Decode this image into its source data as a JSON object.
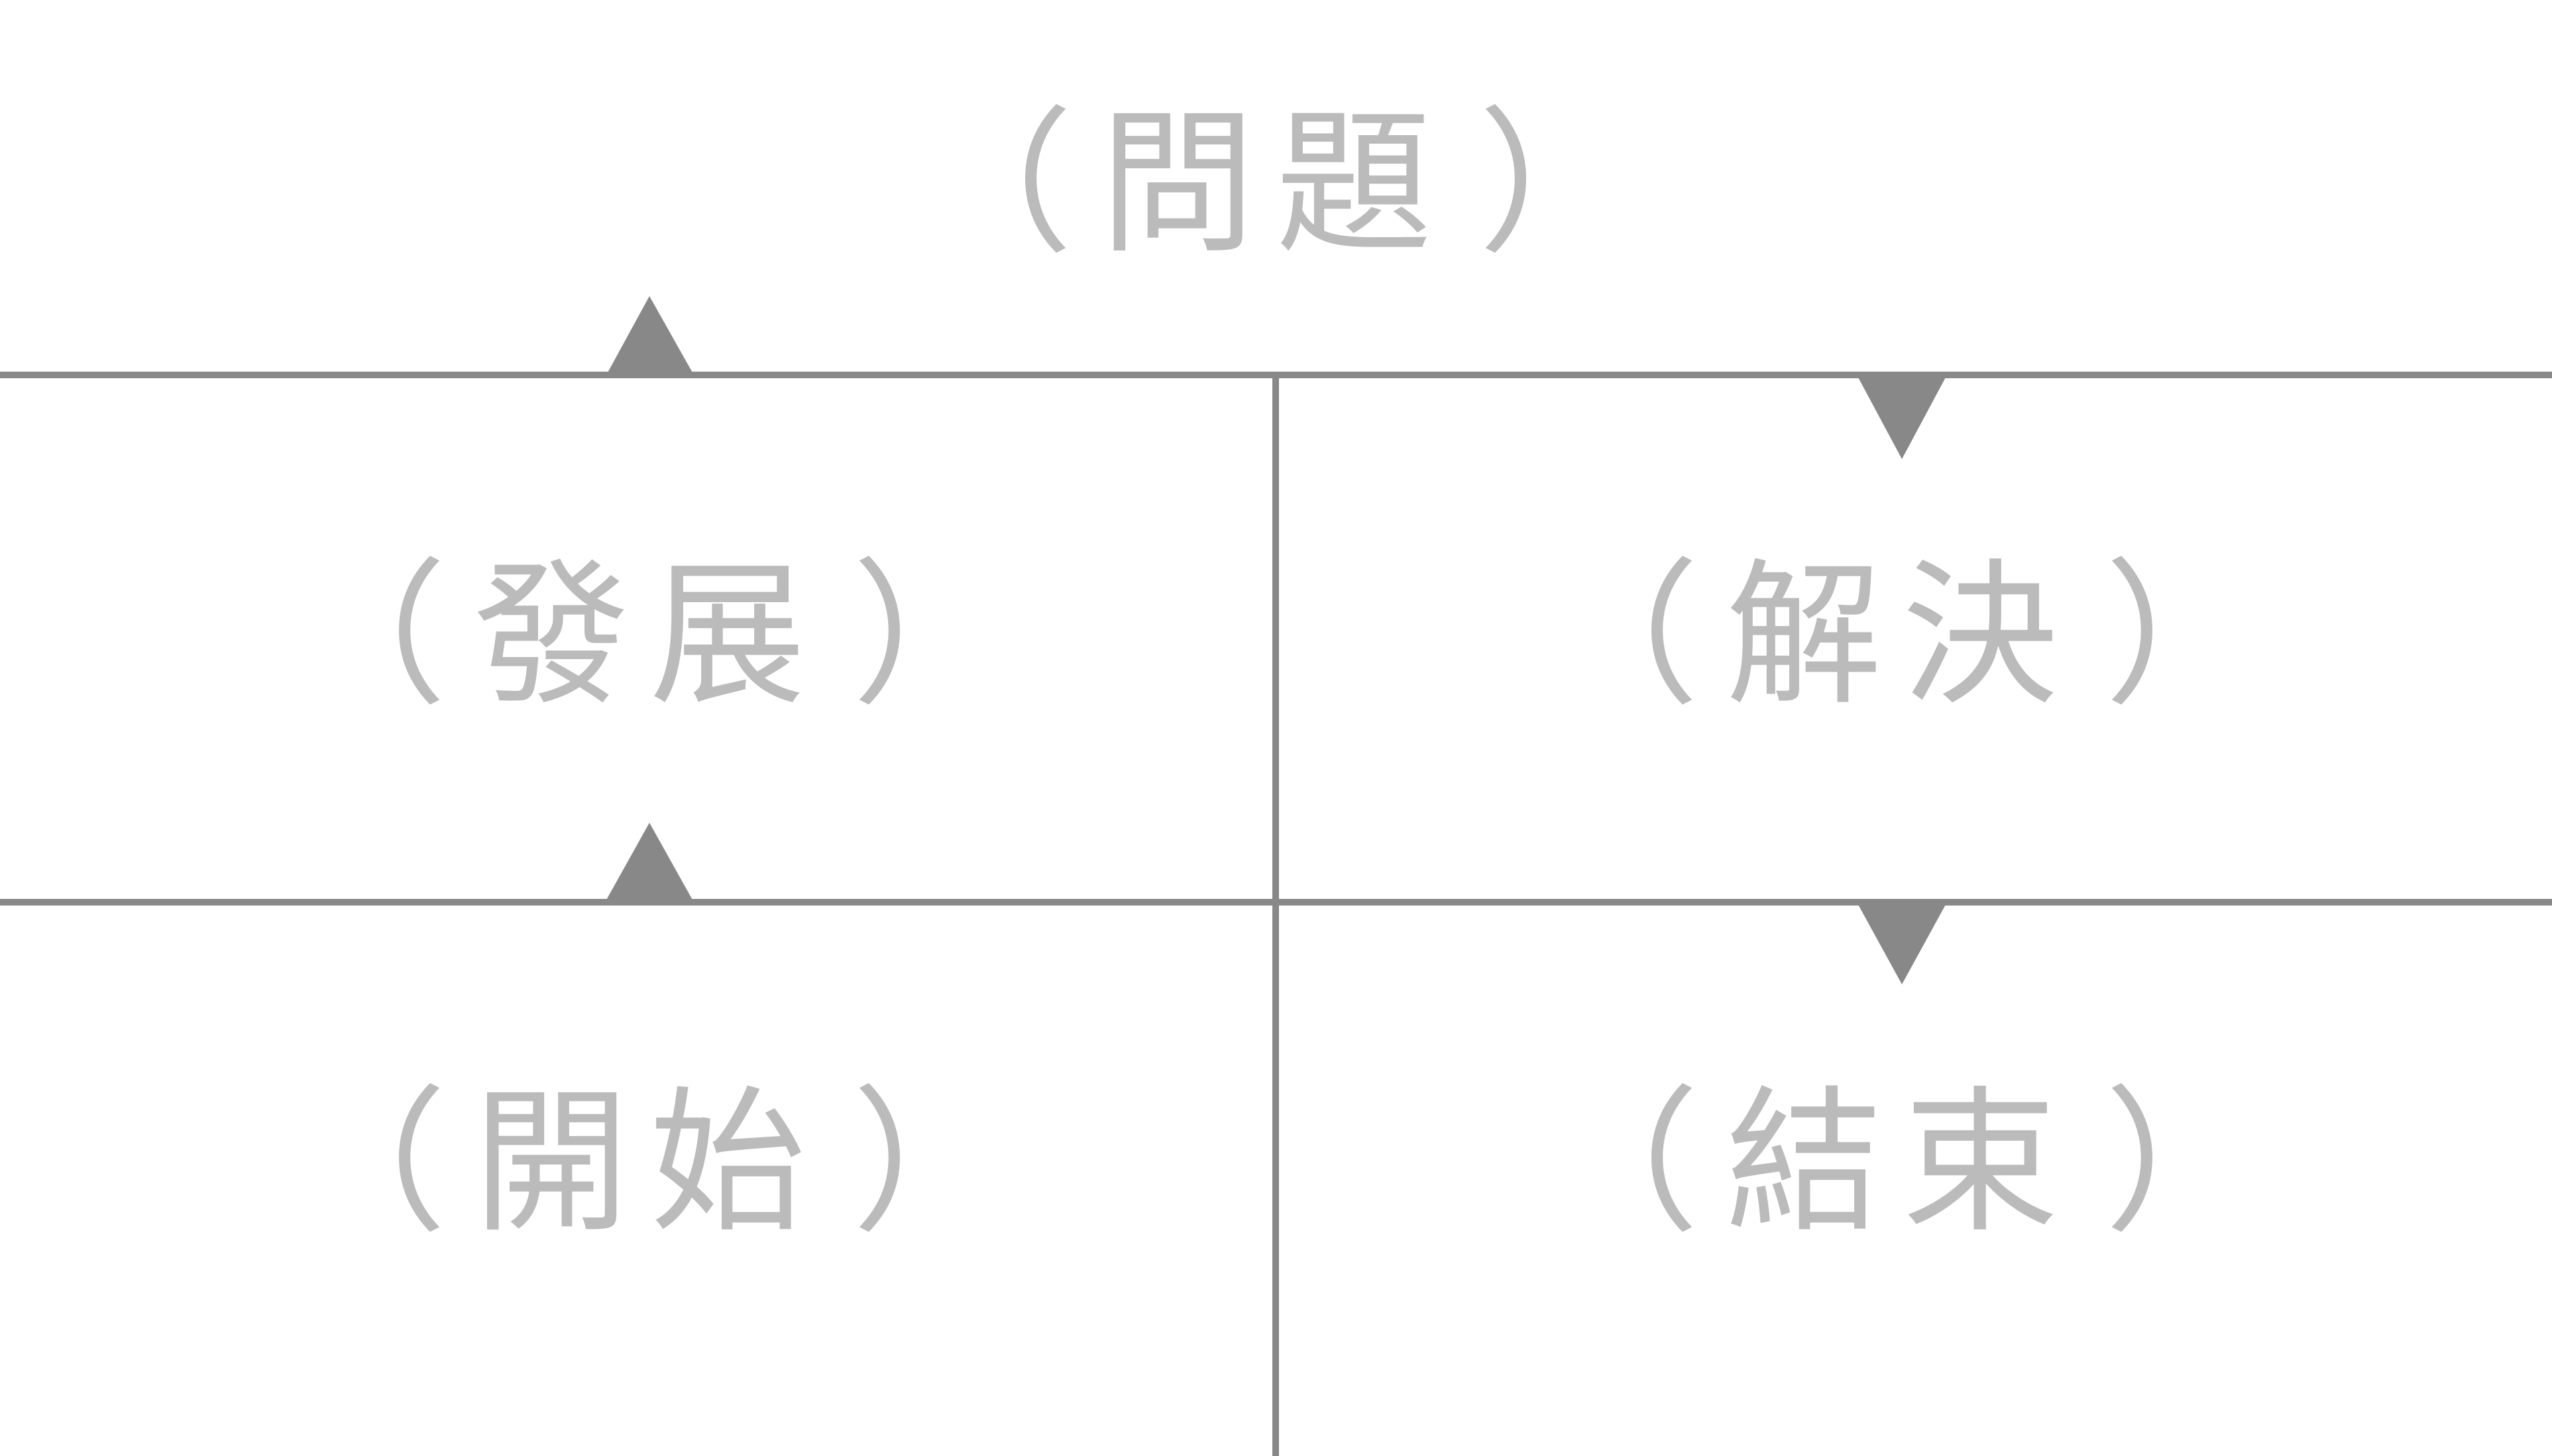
{
  "diagram": {
    "colors": {
      "line": "#888888",
      "text": "#bbbbbb",
      "background": "#ffffff"
    },
    "labels": {
      "problem": "問題",
      "development": "發展",
      "solution": "解決",
      "beginning": "開始",
      "ending": "結束"
    },
    "paren_open": "（",
    "paren_close": "）"
  }
}
